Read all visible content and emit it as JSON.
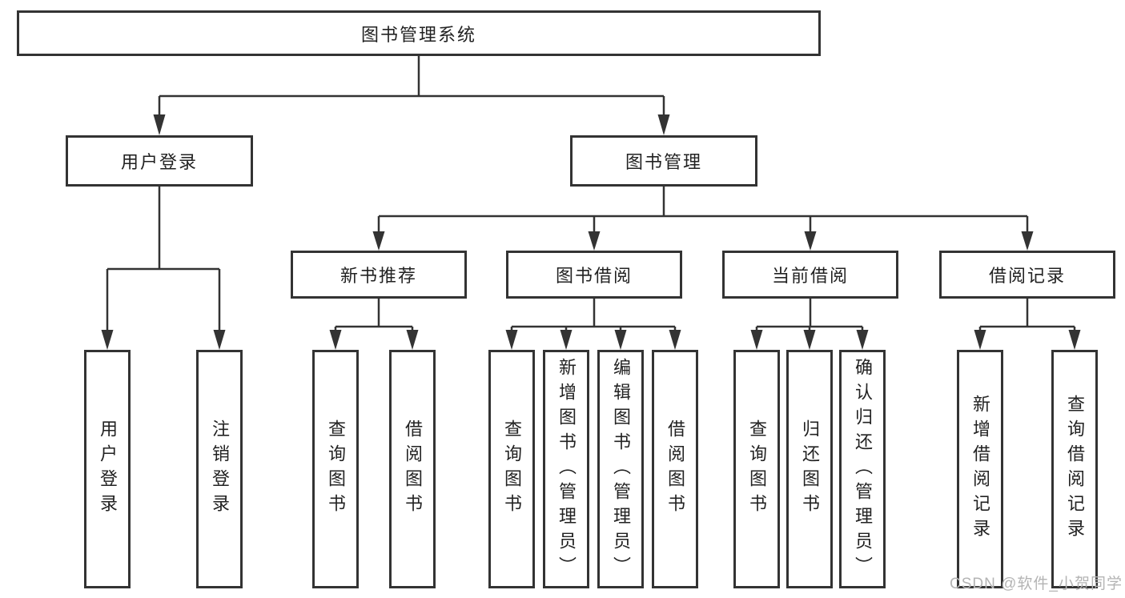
{
  "colors": {
    "line": "#333333",
    "node_border": "#333333",
    "text": "#222222",
    "background": "#ffffff",
    "watermark": "#b4b4b4"
  },
  "diagram": {
    "root": {
      "label": "图书管理系统"
    },
    "level2": {
      "user_login": {
        "label": "用户登录"
      },
      "book_mgmt": {
        "label": "图书管理"
      }
    },
    "level3": {
      "new_book": {
        "label": "新书推荐"
      },
      "book_borrow": {
        "label": "图书借阅"
      },
      "current_borrow": {
        "label": "当前借阅"
      },
      "borrow_record": {
        "label": "借阅记录"
      }
    },
    "leaves": {
      "user_login": [
        "用户登录",
        "注销登录"
      ],
      "new_book": [
        "查询图书",
        "借阅图书"
      ],
      "book_borrow": [
        "查询图书",
        "新增图书（管理员）",
        "编辑图书（管理员）",
        "借阅图书"
      ],
      "current_borrow": [
        "查询图书",
        "归还图书",
        "确认归还（管理员）"
      ],
      "borrow_record": [
        "新增借阅记录",
        "查询借阅记录"
      ]
    }
  },
  "watermark": "CSDN @软件_小贺同学"
}
